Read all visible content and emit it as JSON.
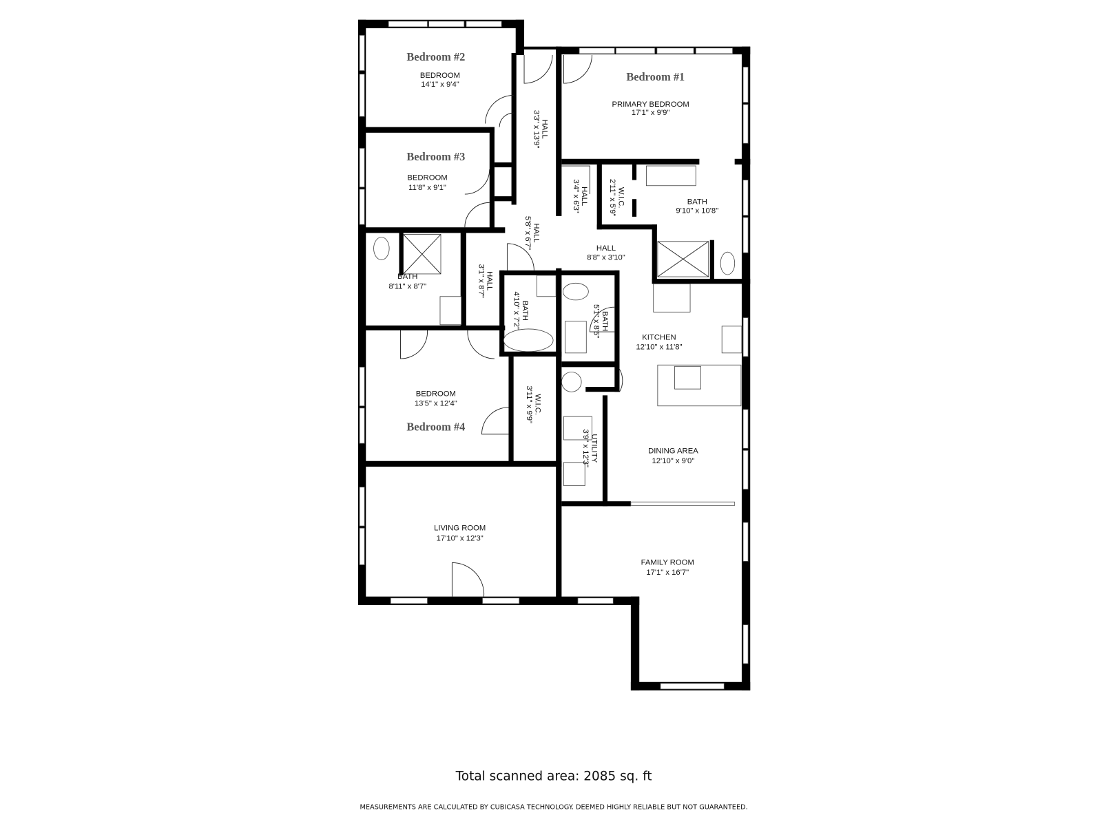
{
  "rooms": {
    "bedroom2": {
      "title": "Bedroom #2",
      "name": "BEDROOM",
      "dims": "14'1\" x 9'4\""
    },
    "bedroom1": {
      "title": "Bedroom #1",
      "name": "PRIMARY BEDROOM",
      "dims": "17'1\" x 9'9\""
    },
    "bedroom3": {
      "title": "Bedroom #3",
      "name": "BEDROOM",
      "dims": "11'8\" x 9'1\""
    },
    "hall_a": {
      "name": "HALL",
      "dims": "3'3\" x 13'9\""
    },
    "hall_b": {
      "name": "HALL",
      "dims": "3'4\" x 6'3\""
    },
    "wic_a": {
      "name": "W.I.C.",
      "dims": "2'11\" x 5'9\""
    },
    "bath_primary": {
      "name": "BATH",
      "dims": "9'10\" x 10'8\""
    },
    "hall_c": {
      "name": "HALL",
      "dims": "5'8\" x 6'7\""
    },
    "hall_d": {
      "name": "HALL",
      "dims": "8'8\" x 3'10\""
    },
    "bath_left": {
      "name": "BATH",
      "dims": "8'11\" x 8'7\""
    },
    "hall_e": {
      "name": "HALL",
      "dims": "3'1\" x 8'7\""
    },
    "bath_mid": {
      "name": "BATH",
      "dims": "4'10\" x 7'2\""
    },
    "bath_small": {
      "name": "BATH",
      "dims": "5'1\" x 8'5\""
    },
    "kitchen": {
      "name": "KITCHEN",
      "dims": "12'10\" x 11'8\""
    },
    "bedroom4": {
      "title": "Bedroom #4",
      "name": "BEDROOM",
      "dims": "13'5\" x 12'4\""
    },
    "wic_b": {
      "name": "W.I.C.",
      "dims": "3'11\" x 9'9\""
    },
    "utility": {
      "name": "UTILITY",
      "dims": "3'9\" x 12'3\""
    },
    "dining": {
      "name": "DINING AREA",
      "dims": "12'10\" x 9'0\""
    },
    "living": {
      "name": "LIVING ROOM",
      "dims": "17'10\" x 12'3\""
    },
    "family": {
      "name": "FAMILY ROOM",
      "dims": "17'1\" x 16'7\""
    }
  },
  "footer": {
    "total": "Total scanned area: 2085 sq. ft",
    "disclaimer": "MEASUREMENTS ARE CALCULATED BY CUBICASA TECHNOLOGY. DEEMED HIGHLY RELIABLE BUT NOT GUARANTEED."
  },
  "colors": {
    "wall": "#000000",
    "title": "#555555",
    "background": "#ffffff"
  }
}
